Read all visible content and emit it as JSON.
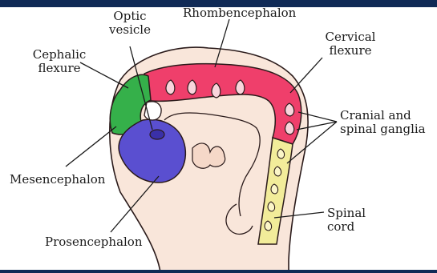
{
  "labels": {
    "optic_vesicle": [
      "Optic",
      "vesicle"
    ],
    "rhombencephalon": "Rhombencephalon",
    "cephalic_flexure": [
      "Cephalic",
      "flexure"
    ],
    "cervical_flexure": [
      "Cervical",
      "flexure"
    ],
    "cranial_spinal_ganglia": [
      "Cranial and",
      "spinal ganglia"
    ],
    "mesencephalon": "Mesencephalon",
    "prosencephalon": "Prosencephalon",
    "spinal_cord": [
      "Spinal",
      "cord"
    ]
  },
  "colors": {
    "rhombencephalon": "#ef3f6b",
    "mesencephalon": "#35b04a",
    "prosencephalon": "#5a4fd0",
    "spinal_cord": "#f2ec9a",
    "embryo_body": "#f9e6da",
    "outline": "#2a1a1a",
    "frame_bars": "#102a56"
  }
}
